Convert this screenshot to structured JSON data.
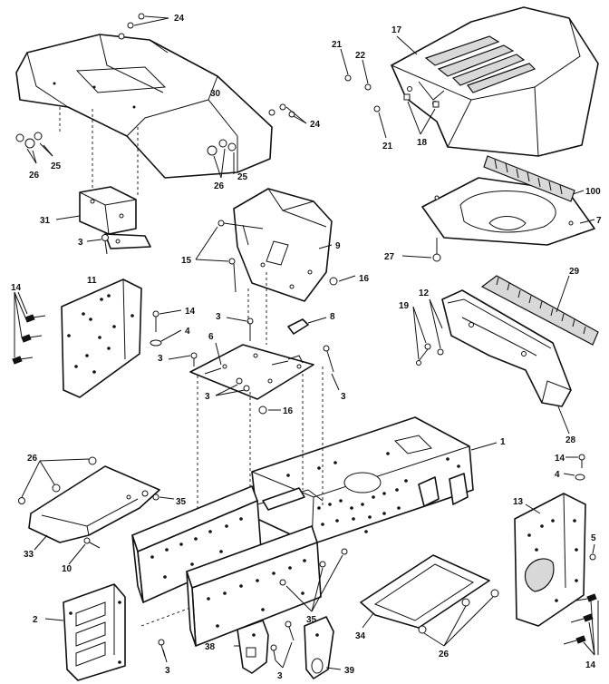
{
  "diagram": {
    "callouts": [
      "24",
      "30",
      "26",
      "25",
      "31",
      "3",
      "17",
      "21",
      "22",
      "21",
      "18",
      "100",
      "7",
      "27",
      "9",
      "15",
      "16",
      "11",
      "14",
      "14",
      "4",
      "3",
      "8",
      "6",
      "3",
      "3",
      "3",
      "16",
      "12",
      "19",
      "29",
      "28",
      "1",
      "14",
      "4",
      "26",
      "35",
      "13",
      "33",
      "10",
      "5",
      "2",
      "3",
      "38",
      "3",
      "35",
      "34",
      "26",
      "39",
      "14",
      "24",
      "26",
      "25"
    ]
  }
}
